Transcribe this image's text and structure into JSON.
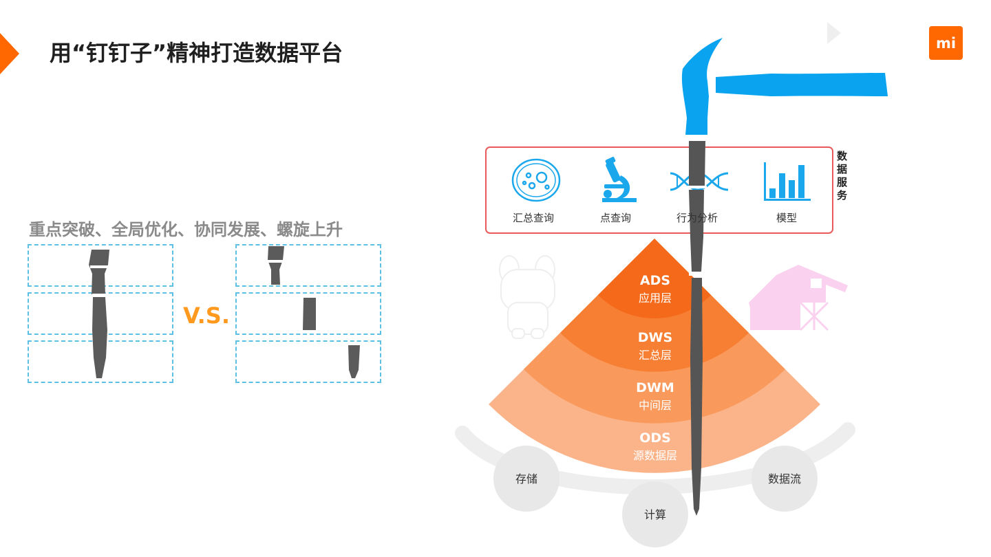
{
  "header": {
    "title": "用“钉钉子”精神打造数据平台",
    "logo_text": "mi"
  },
  "principles": "重点突破、全局优化、协同发展、螺旋上升",
  "vs_label": "V.S.",
  "data_services": {
    "side_label": "数据服务",
    "items": [
      {
        "label": "汇总查询",
        "icon": "petri-dish-icon"
      },
      {
        "label": "点查询",
        "icon": "microscope-icon"
      },
      {
        "label": "行为分析",
        "icon": "dna-icon"
      },
      {
        "label": "模型",
        "icon": "bar-chart-icon"
      }
    ]
  },
  "layers": [
    {
      "code": "ADS",
      "name": "应用层"
    },
    {
      "code": "DWS",
      "name": "汇总层"
    },
    {
      "code": "DWM",
      "name": "中间层"
    },
    {
      "code": "ODS",
      "name": "源数据层"
    }
  ],
  "foundation": [
    {
      "label": "存储"
    },
    {
      "label": "计算"
    },
    {
      "label": "数据流"
    }
  ],
  "colors": {
    "accent": "#ff6700",
    "vs": "#ff9a1f",
    "hammer": "#0aa3f0",
    "dashed": "#5bc0e4",
    "service_border": "#e85a5a",
    "icon": "#1aa7ec",
    "layer_ads": "#f4691a",
    "layer_dws": "#f77f33",
    "layer_dwm": "#f99a5c",
    "layer_ods": "#fbb48a"
  }
}
